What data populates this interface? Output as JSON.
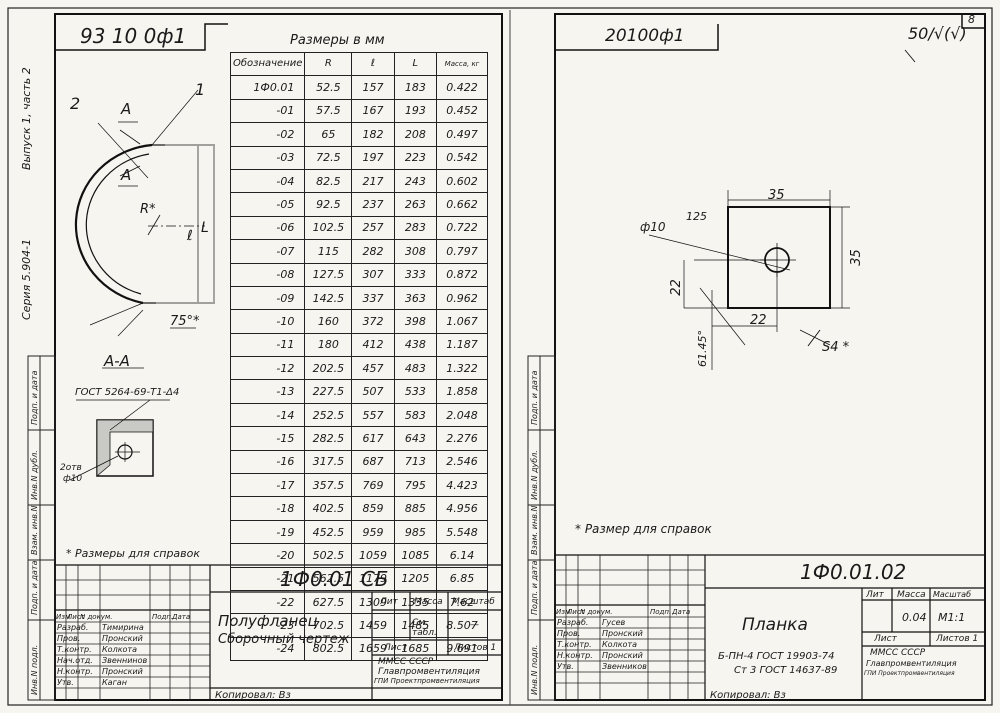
{
  "sheet_number": "8",
  "left_sheet": {
    "code_rotated": "93 10 0ф1",
    "series_label": "Серия 5.904-1",
    "issue_label": "Выпуск 1, часть 2",
    "table_title": "Размеры  в мм",
    "table_headers": [
      "Обозначение",
      "R",
      "ℓ",
      "L",
      "Масса, кг"
    ],
    "table_rows": [
      [
        "1Ф0.01",
        "52.5",
        "157",
        "183",
        "0.422"
      ],
      [
        "-01",
        "57.5",
        "167",
        "193",
        "0.452"
      ],
      [
        "-02",
        "65",
        "182",
        "208",
        "0.497"
      ],
      [
        "-03",
        "72.5",
        "197",
        "223",
        "0.542"
      ],
      [
        "-04",
        "82.5",
        "217",
        "243",
        "0.602"
      ],
      [
        "-05",
        "92.5",
        "237",
        "263",
        "0.662"
      ],
      [
        "-06",
        "102.5",
        "257",
        "283",
        "0.722"
      ],
      [
        "-07",
        "115",
        "282",
        "308",
        "0.797"
      ],
      [
        "-08",
        "127.5",
        "307",
        "333",
        "0.872"
      ],
      [
        "-09",
        "142.5",
        "337",
        "363",
        "0.962"
      ],
      [
        "-10",
        "160",
        "372",
        "398",
        "1.067"
      ],
      [
        "-11",
        "180",
        "412",
        "438",
        "1.187"
      ],
      [
        "-12",
        "202.5",
        "457",
        "483",
        "1.322"
      ],
      [
        "-13",
        "227.5",
        "507",
        "533",
        "1.858"
      ],
      [
        "-14",
        "252.5",
        "557",
        "583",
        "2.048"
      ],
      [
        "-15",
        "282.5",
        "617",
        "643",
        "2.276"
      ],
      [
        "-16",
        "317.5",
        "687",
        "713",
        "2.546"
      ],
      [
        "-17",
        "357.5",
        "769",
        "795",
        "4.423"
      ],
      [
        "-18",
        "402.5",
        "859",
        "885",
        "4.956"
      ],
      [
        "-19",
        "452.5",
        "959",
        "985",
        "5.548"
      ],
      [
        "-20",
        "502.5",
        "1059",
        "1085",
        "6.14"
      ],
      [
        "-21",
        "562.5",
        "1179",
        "1205",
        "6.85"
      ],
      [
        "-22",
        "627.5",
        "1309",
        "1335",
        "7.62"
      ],
      [
        "-23",
        "702.5",
        "1459",
        "1485",
        "8.507"
      ],
      [
        "-24",
        "802.5",
        "1659",
        "1685",
        "9.691"
      ]
    ],
    "labels": {
      "pos1": "1",
      "pos2": "2",
      "section": "А",
      "section_view": "А-А",
      "radius": "R*",
      "dim_l": "ℓ",
      "dim_L": "L",
      "angle": "75°*",
      "gost": "ГОСТ 5264-69-Т1-Δ4",
      "weld": "2отв",
      "hole": "ф10",
      "note": "* Размеры для справок"
    },
    "title_block": {
      "designation": "1Ф0.01 СБ",
      "name_line1": "Полуфланец",
      "name_line2": "Сборочный чертеж",
      "lit_header": "Лит",
      "mass_header": "Масса",
      "scale_header": "Масштаб",
      "mass_value": "См. табл.",
      "scale_value": "—",
      "sheet": "Лист",
      "sheets": "Листов 1",
      "org_line1": "ММСС        СССР",
      "org_line2": "Главпромвентиляция",
      "org_line3": "ГПИ Проектпромвентиляция",
      "roles": [
        "Разраб.",
        "Пров.",
        "Т.контр.",
        "Нач.отд.",
        "Н.контр.",
        "Утв."
      ],
      "names": [
        "Тимирина",
        "Пронский",
        "Колкота",
        "Звеннинов",
        "Пронский",
        "Каган"
      ],
      "head": [
        "Изм",
        "Лист",
        "N докум.",
        "Подп.",
        "Дата"
      ],
      "copied": "Копировал: Вз"
    },
    "side_stamps": [
      "Инв.N подл.",
      "Подп. и дата",
      "Взам. инв.N",
      "Инв.N дубл.",
      "Подп. и дата"
    ]
  },
  "right_sheet": {
    "code": "20100ф1",
    "roughness": "50/√(√)",
    "labels": {
      "hole": "ф10",
      "r": "125",
      "w": "35",
      "h": "35",
      "dim22a": "22",
      "dim22b": "22",
      "angle": "61.45°",
      "thick": "S4 *",
      "note": "* Размер для справок"
    },
    "title_block": {
      "designation": "1Ф0.01.02",
      "name": "Планка",
      "lit_header": "Лит",
      "mass_header": "Масса",
      "scale_header": "Масштаб",
      "mass_value": "0.04",
      "scale_value": "М1:1",
      "sheet": "Лист",
      "sheets": "Листов 1",
      "material_line1": "Б-ПН-4 ГОСТ 19903-74",
      "material_line2": "Ст 3 ГОСТ 14637-89",
      "org_line1": "ММСС        СССР",
      "org_line2": "Главпромвентиляция",
      "org_line3": "ГПИ Проектпромвентиляция",
      "roles": [
        "Разраб.",
        "Пров.",
        "Т.контр.",
        "Н.контр.",
        "Утв."
      ],
      "names": [
        "Гусев",
        "Пронский",
        "Колкота",
        "Пронский",
        "Звенников"
      ],
      "head": [
        "Изм",
        "Лист",
        "N докум.",
        "Подп.",
        "Дата"
      ],
      "copied": "Копировал: Вз"
    },
    "side_stamps": [
      "Инв.N подл.",
      "Подп. и дата",
      "Взам. инв.N",
      "Инв.N дубл.",
      "Подп. и дата"
    ]
  }
}
